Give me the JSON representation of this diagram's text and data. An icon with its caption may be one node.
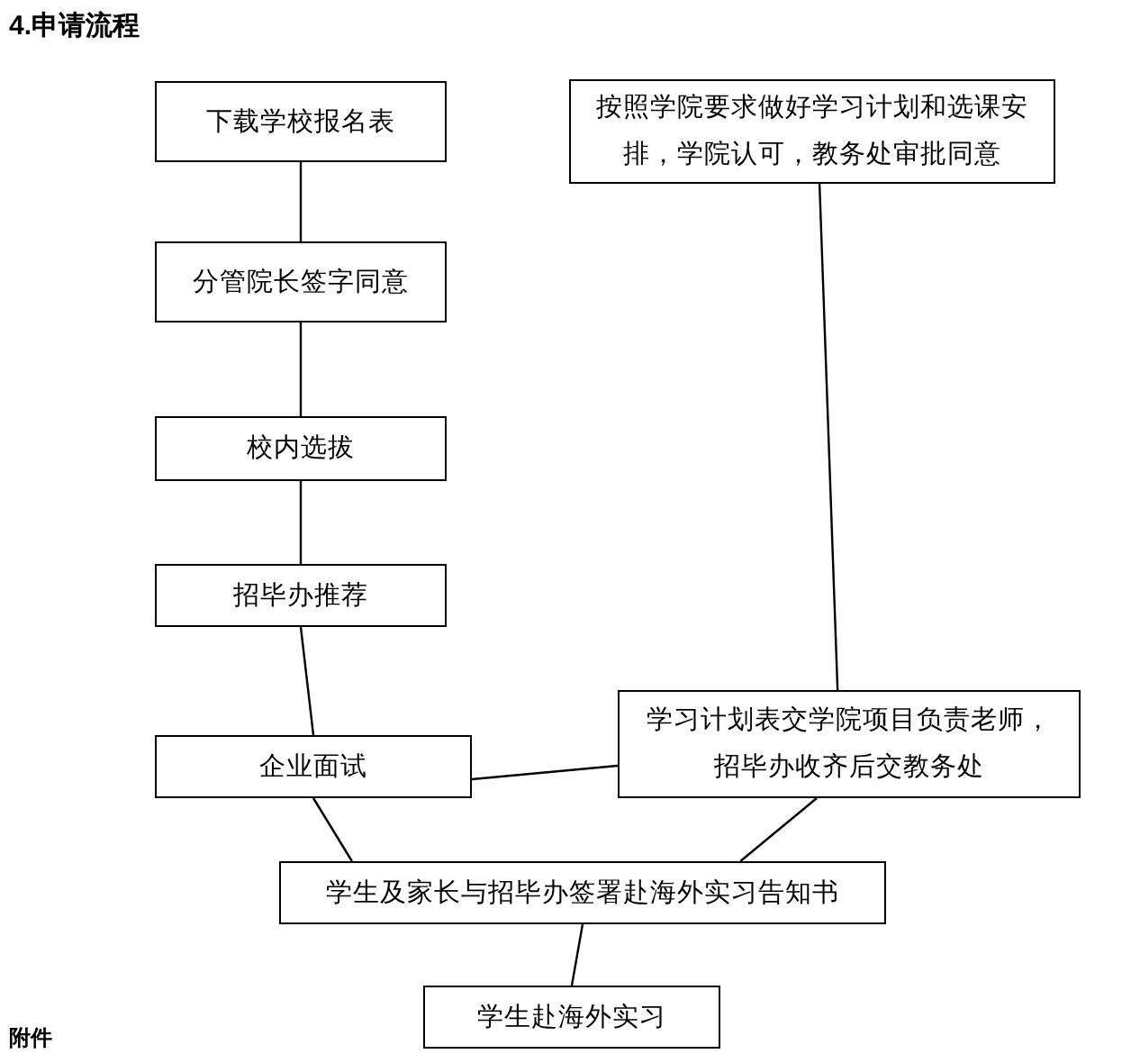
{
  "diagram": {
    "title": "4.申请流程",
    "nodes": [
      {
        "text": [
          "下载学校报名表"
        ]
      },
      {
        "text": [
          "分管院长签字同意"
        ]
      },
      {
        "text": [
          "校内选拔"
        ]
      },
      {
        "text": [
          "招毕办推荐"
        ]
      },
      {
        "text": [
          "企业面试"
        ]
      },
      {
        "text": [
          "按照学院要求做好学习计划和选课安排，学院认可，教务处审批同意"
        ]
      },
      {
        "text": [
          "学习计划表交学院项目负责老师，招毕办收齐后交教务处"
        ]
      },
      {
        "text": [
          "学生及家长与招毕办签署赴海外实习告知书"
        ]
      },
      {
        "text": [
          "学生赴海外实习"
        ]
      }
    ],
    "edges": [
      {
        "from": 0,
        "to": 1,
        "arrow": "none"
      },
      {
        "from": 1,
        "to": 2,
        "arrow": "none"
      },
      {
        "from": 2,
        "to": 3,
        "arrow": "none"
      },
      {
        "from": 3,
        "to": 4,
        "arrow": "none"
      },
      {
        "from": 5,
        "to": 6,
        "arrow": "none"
      },
      {
        "from": 4,
        "to": 6,
        "arrow": "none"
      },
      {
        "from": 4,
        "to": 7,
        "arrow": "none"
      },
      {
        "from": 6,
        "to": 7,
        "arrow": "none"
      },
      {
        "from": 7,
        "to": 8,
        "arrow": "none"
      }
    ],
    "labels": [
      "附件"
    ]
  }
}
